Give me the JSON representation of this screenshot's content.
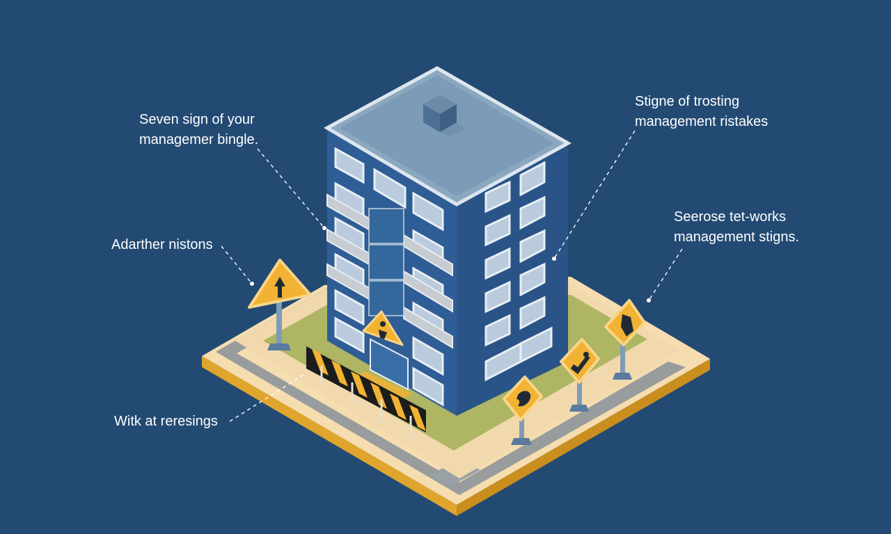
{
  "background_color": "#234a73",
  "accent_color": "#f2b233",
  "callouts": {
    "top_left": {
      "line1": "Seven sign of your",
      "line2": "managemer bingle."
    },
    "top_right": {
      "line1": "Stigne of trosting",
      "line2": "management ristakes"
    },
    "mid_left": {
      "line1": "Adarther nistons"
    },
    "mid_right": {
      "line1": "Seerose tet-works",
      "line2": "management stigns."
    },
    "bottom_left": {
      "line1": "Witk at reresings"
    }
  },
  "icons": [
    "warning-sign-arrow-icon",
    "warning-sign-figure-icon",
    "warning-sign-bird-icon",
    "warning-sign-check-icon",
    "warning-sign-door-icon",
    "barricade-icon",
    "rooftop-unit-icon"
  ]
}
